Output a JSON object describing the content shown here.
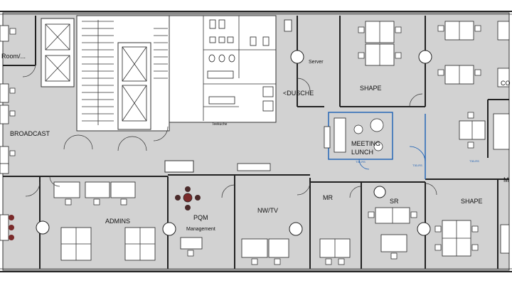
{
  "plan": {
    "rooms": {
      "room_partial": "Room/...",
      "broadcast": "BROADCAST",
      "server": "Server",
      "dusche": "<DUSCHE",
      "teekueche": "Teeküche",
      "shape_top": "SHAPE",
      "co_partial": "CO",
      "meeting": "MEETING",
      "lunch": "LUNCH",
      "admins": "ADMINS",
      "pqm": "PQM",
      "management": "Management",
      "nwtv": "NW/TV",
      "mr": "MR",
      "sr": "SR",
      "shape_right": "SHAPE",
      "m_partial": "M"
    },
    "door_tags": {
      "meeting_door": "T30-RS",
      "corridor_door": "T30-RS",
      "shape_door": "T30-RS"
    }
  }
}
